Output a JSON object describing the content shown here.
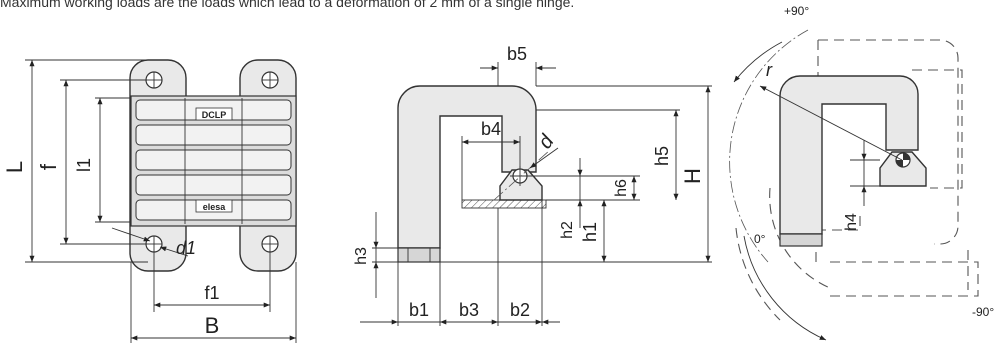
{
  "caption": "Maximum working loads are the loads which lead to a deformation of 2 mm of a single hinge.",
  "front_view": {
    "dims": {
      "L": "L",
      "f": "f",
      "l1": "l1",
      "d1": "d1",
      "f1": "f1",
      "B": "B"
    },
    "brand_top": "DCLP",
    "brand_bottom": "elesa"
  },
  "side_view": {
    "dims": {
      "b5": "b5",
      "b4": "b4",
      "d": "d",
      "h5": "h5",
      "H": "H",
      "h6": "h6",
      "h2": "h2",
      "h1": "h1",
      "h3": "h3",
      "b1": "b1",
      "b3": "b3",
      "b2": "b2"
    }
  },
  "rotation_view": {
    "dims": {
      "r": "r",
      "h4": "h4"
    },
    "angles": {
      "plus90": "+90°",
      "zero": "0°",
      "minus90": "-90°"
    }
  }
}
